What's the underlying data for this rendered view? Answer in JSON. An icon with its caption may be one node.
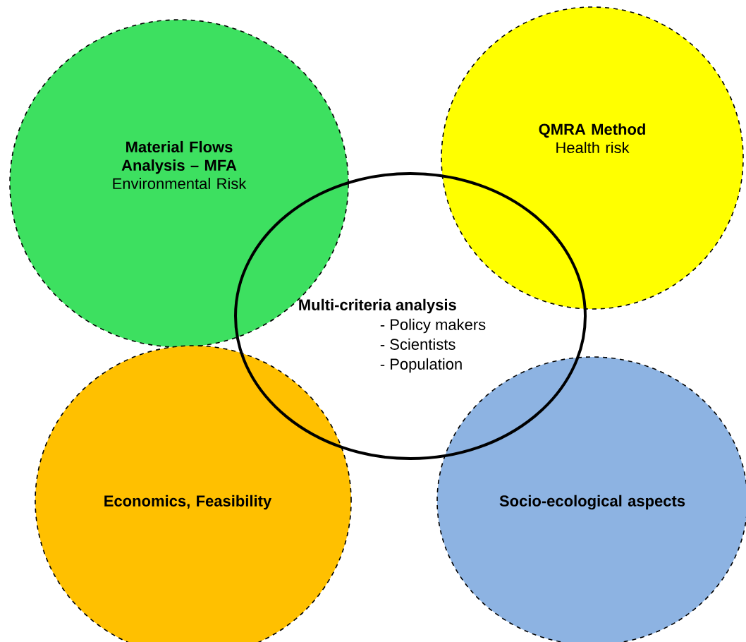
{
  "diagram": {
    "nodes": [
      {
        "text": [
          "Material Flows Analysis – MFA",
          "Environmental Risk"
        ]
      },
      {
        "text": [
          "QMRA Method",
          "Health risk"
        ]
      },
      {
        "text": [
          "Multi-criteria analysis",
          "- Policy makers",
          "- Scientists",
          "- Population"
        ]
      },
      {
        "text": [
          "Economics, Feasibility"
        ]
      },
      {
        "text": [
          "Socio-ecological aspects"
        ]
      }
    ]
  }
}
